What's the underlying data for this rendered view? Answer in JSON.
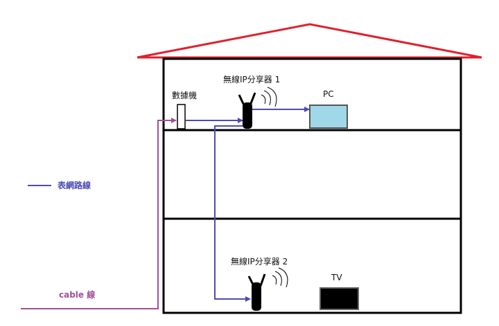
{
  "labels": {
    "modem": "數據機",
    "router1": "無線IP分享器 1",
    "router2": "無線IP分享器 2",
    "pc": "PC",
    "tv": "TV"
  },
  "legend": {
    "ethernet": "表網路線",
    "cable": "cable 線"
  },
  "colors": {
    "roof": "#e0202e",
    "house": "#000000",
    "ethernet": "#4b4bb5",
    "cable": "#a0509a",
    "pc_screen": "#9fd8e8",
    "tv_screen": "#000000",
    "ethernet_label": "#4b4bb5",
    "cable_label": "#a0509a"
  },
  "icons": {
    "router": "wireless-router-icon",
    "wifi": "wifi-waves-icon",
    "modem": "modem-icon",
    "pc": "monitor-icon",
    "tv": "tv-icon"
  }
}
